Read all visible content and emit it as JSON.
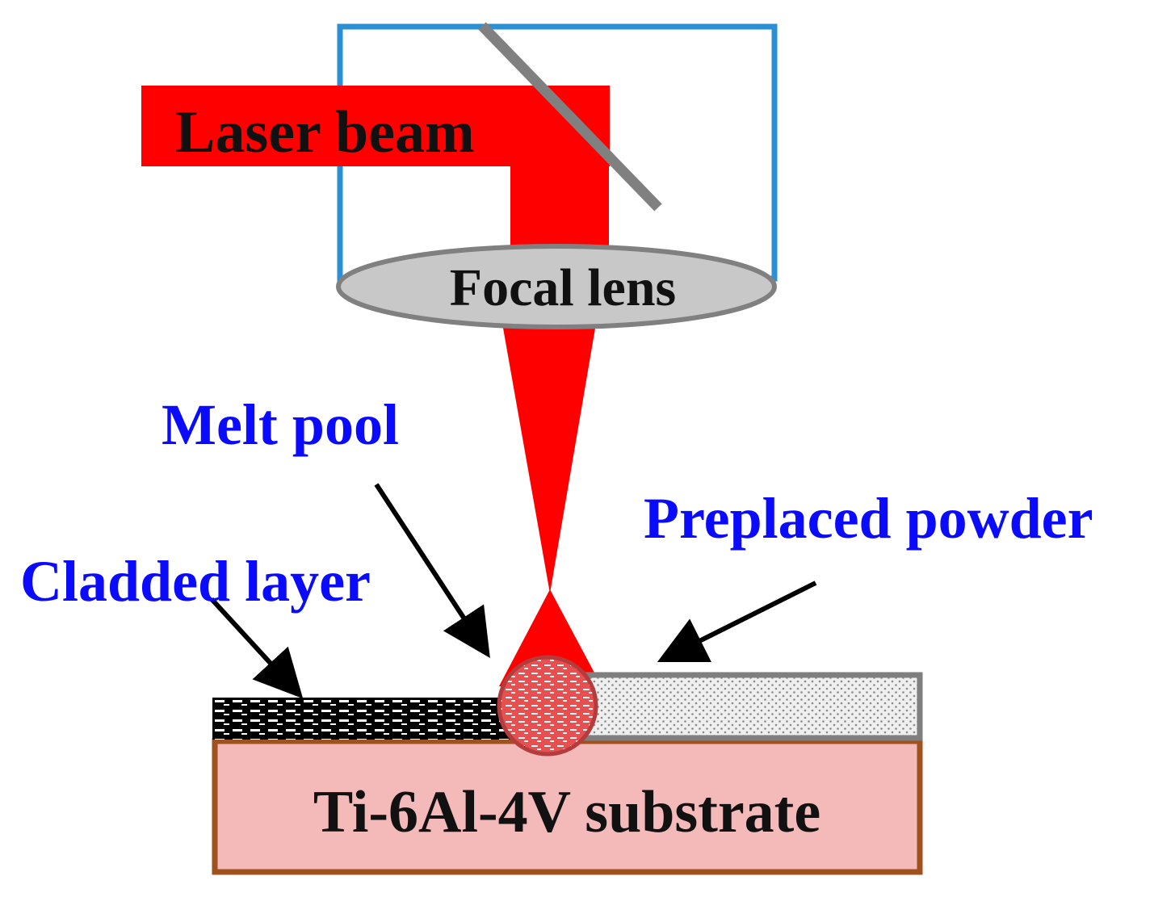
{
  "labels": {
    "laser_beam": "Laser beam",
    "focal_lens": "Focal lens",
    "melt_pool": "Melt pool",
    "preplaced_powder": "Preplaced powder",
    "cladded_layer": "Cladded layer",
    "substrate": "Ti-6Al-4V substrate"
  },
  "colors": {
    "laser": "#ff0000",
    "housing": "#2b8fd6",
    "mirror": "#808080",
    "lens_fill": "#c8c8c8",
    "lens_stroke": "#808080",
    "label_blue": "#0a0aff",
    "substrate_fill": "#f4b9b9",
    "substrate_border": "#a0521e",
    "cladded_layer": "#000000",
    "powder_fill": "#e6e6e6",
    "powder_border": "#7f7f7f",
    "melt_pool_fill": "#e65050",
    "melt_pool_stroke": "#b43c3c"
  }
}
